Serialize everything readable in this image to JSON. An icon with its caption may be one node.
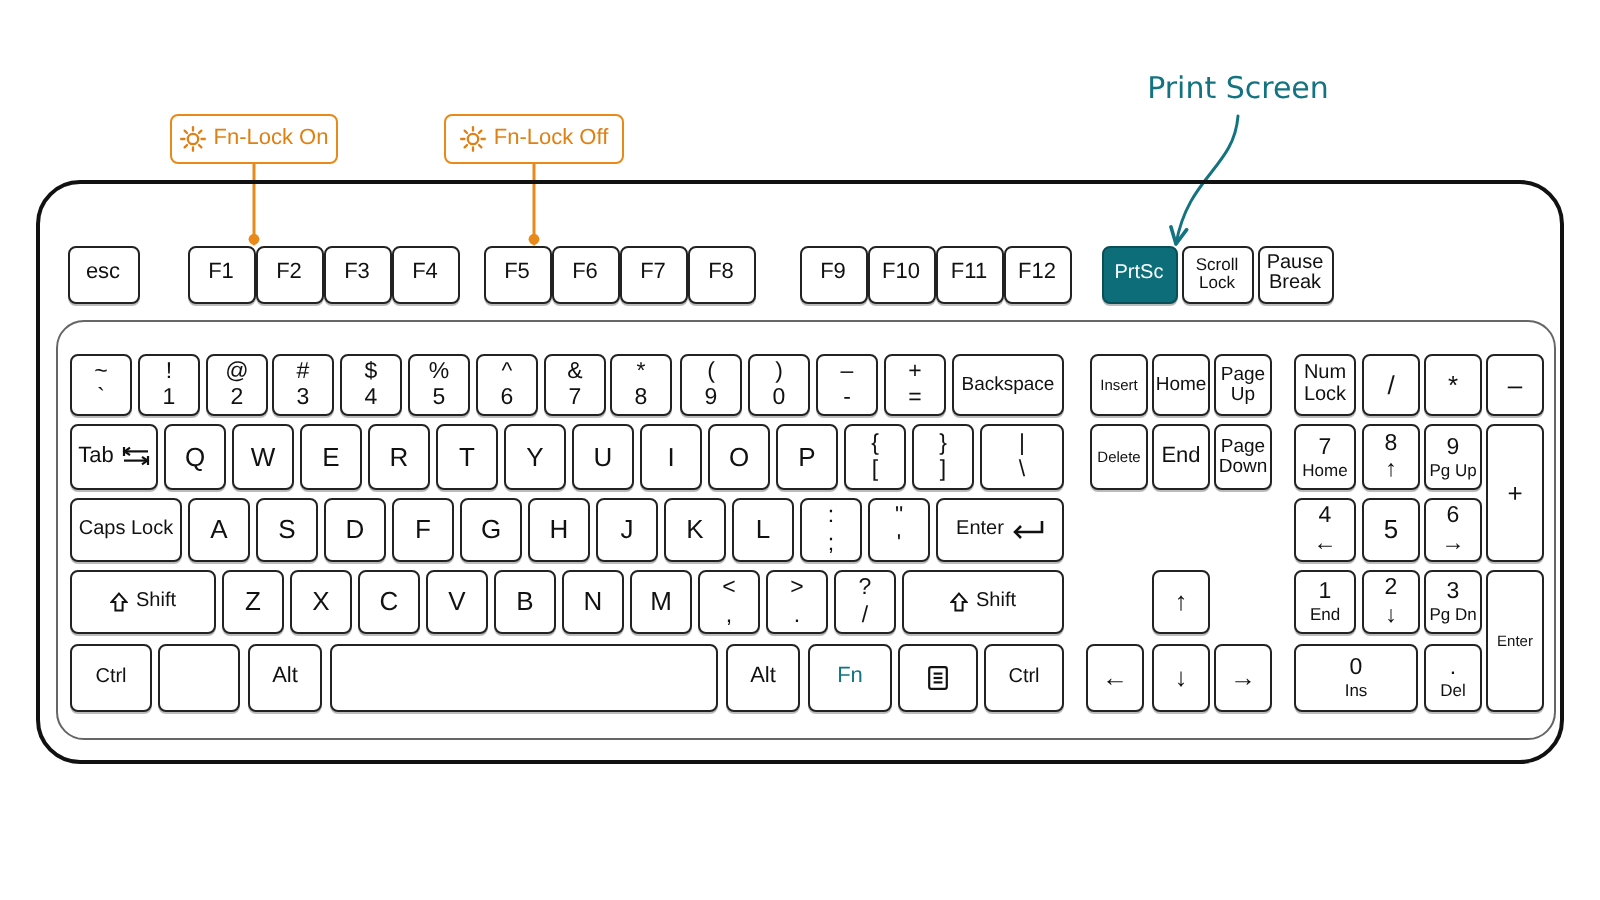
{
  "diagram": {
    "nodes": [
      {
        "text": [
          "Fn-Lock On"
        ]
      },
      {
        "text": [
          "Fn-Lock Off"
        ]
      },
      {
        "text": [
          "Print Screen"
        ]
      },
      {
        "text": [],
        "shape": "box"
      },
      {
        "text": [
          "esc"
        ],
        "in": 3
      },
      {
        "text": [
          "F1"
        ],
        "in": 3
      },
      {
        "text": [
          "F2"
        ],
        "in": 3
      },
      {
        "text": [
          "F3"
        ],
        "in": 3
      },
      {
        "text": [
          "F4"
        ],
        "in": 3
      },
      {
        "text": [
          "F5"
        ],
        "in": 3
      },
      {
        "text": [
          "F6"
        ],
        "in": 3
      },
      {
        "text": [
          "F7"
        ],
        "in": 3
      },
      {
        "text": [
          "F8"
        ],
        "in": 3
      },
      {
        "text": [
          "F9"
        ],
        "in": 3
      },
      {
        "text": [
          "F10"
        ],
        "in": 3
      },
      {
        "text": [
          "F11"
        ],
        "in": 3
      },
      {
        "text": [
          "F12"
        ],
        "in": 3
      },
      {
        "text": [
          "PrtSc"
        ],
        "in": 3
      },
      {
        "text": [
          "Scroll Lock"
        ],
        "in": 3
      },
      {
        "text": [
          "Pause Break"
        ],
        "in": 3
      },
      {
        "text": [],
        "shape": "box",
        "in": 3
      },
      {
        "text": [
          "~",
          "`"
        ],
        "in": 20
      },
      {
        "text": [
          "!",
          "1"
        ],
        "in": 20
      },
      {
        "text": [
          "@",
          "2"
        ],
        "in": 20
      },
      {
        "text": [
          "#",
          "3"
        ],
        "in": 20
      },
      {
        "text": [
          "$",
          "4"
        ],
        "in": 20
      },
      {
        "text": [
          "%",
          "5"
        ],
        "in": 20
      },
      {
        "text": [
          "^",
          "6"
        ],
        "in": 20
      },
      {
        "text": [
          "&",
          "7"
        ],
        "in": 20
      },
      {
        "text": [
          "*",
          "8"
        ],
        "in": 20
      },
      {
        "text": [
          "(",
          "9"
        ],
        "in": 20
      },
      {
        "text": [
          ")",
          "0"
        ],
        "in": 20
      },
      {
        "text": [
          "–",
          "-"
        ],
        "in": 20
      },
      {
        "text": [
          "+",
          "="
        ],
        "in": 20
      },
      {
        "text": [
          "Backspace"
        ],
        "in": 20
      },
      {
        "text": [
          "Insert"
        ],
        "in": 20
      },
      {
        "text": [
          "Home"
        ],
        "in": 20
      },
      {
        "text": [
          "Page Up"
        ],
        "in": 20
      },
      {
        "text": [
          "Num Lock"
        ],
        "in": 20
      },
      {
        "text": [
          "/"
        ],
        "in": 20
      },
      {
        "text": [
          "*"
        ],
        "in": 20
      },
      {
        "text": [
          "–"
        ],
        "in": 20
      },
      {
        "text": [
          "Tab"
        ],
        "in": 20
      },
      {
        "text": [
          "Q"
        ],
        "in": 20
      },
      {
        "text": [
          "W"
        ],
        "in": 20
      },
      {
        "text": [
          "E"
        ],
        "in": 20
      },
      {
        "text": [
          "R"
        ],
        "in": 20
      },
      {
        "text": [
          "T"
        ],
        "in": 20
      },
      {
        "text": [
          "Y"
        ],
        "in": 20
      },
      {
        "text": [
          "U"
        ],
        "in": 20
      },
      {
        "text": [
          "I"
        ],
        "in": 20
      },
      {
        "text": [
          "O"
        ],
        "in": 20
      },
      {
        "text": [
          "P"
        ],
        "in": 20
      },
      {
        "text": [
          "{",
          "["
        ],
        "in": 20
      },
      {
        "text": [
          "}",
          "]"
        ],
        "in": 20
      },
      {
        "text": [
          "|",
          "\\"
        ],
        "in": 20
      },
      {
        "text": [
          "Delete"
        ],
        "in": 20
      },
      {
        "text": [
          "End"
        ],
        "in": 20
      },
      {
        "text": [
          "Page Down"
        ],
        "in": 20
      },
      {
        "text": [
          "7",
          "Home"
        ],
        "in": 20
      },
      {
        "text": [
          "8",
          "↑"
        ],
        "in": 20
      },
      {
        "text": [
          "9",
          "Pg Up"
        ],
        "in": 20
      },
      {
        "text": [
          "+"
        ],
        "in": 20
      },
      {
        "text": [
          "Caps Lock"
        ],
        "in": 20
      },
      {
        "text": [
          "A"
        ],
        "in": 20
      },
      {
        "text": [
          "S"
        ],
        "in": 20
      },
      {
        "text": [
          "D"
        ],
        "in": 20
      },
      {
        "text": [
          "F"
        ],
        "in": 20
      },
      {
        "text": [
          "G"
        ],
        "in": 20
      },
      {
        "text": [
          "H"
        ],
        "in": 20
      },
      {
        "text": [
          "J"
        ],
        "in": 20
      },
      {
        "text": [
          "K"
        ],
        "in": 20
      },
      {
        "text": [
          "L"
        ],
        "in": 20
      },
      {
        "text": [
          ":",
          ";"
        ],
        "in": 20
      },
      {
        "text": [
          "\"",
          "'"
        ],
        "in": 20
      },
      {
        "text": [
          "Enter"
        ],
        "in": 20
      },
      {
        "text": [
          "4",
          "←"
        ],
        "in": 20
      },
      {
        "text": [
          "5"
        ],
        "in": 20
      },
      {
        "text": [
          "6",
          "→"
        ],
        "in": 20
      },
      {
        "text": [
          "Shift"
        ],
        "in": 20
      },
      {
        "text": [
          "Z"
        ],
        "in": 20
      },
      {
        "text": [
          "X"
        ],
        "in": 20
      },
      {
        "text": [
          "C"
        ],
        "in": 20
      },
      {
        "text": [
          "V"
        ],
        "in": 20
      },
      {
        "text": [
          "B"
        ],
        "in": 20
      },
      {
        "text": [
          "N"
        ],
        "in": 20
      },
      {
        "text": [
          "M"
        ],
        "in": 20
      },
      {
        "text": [
          "<",
          ","
        ],
        "in": 20
      },
      {
        "text": [
          ">",
          "."
        ],
        "in": 20
      },
      {
        "text": [
          "?",
          "/"
        ],
        "in": 20
      },
      {
        "text": [
          "Shift"
        ],
        "in": 20
      },
      {
        "text": [
          "↑"
        ],
        "in": 20
      },
      {
        "text": [
          "1",
          "End"
        ],
        "in": 20
      },
      {
        "text": [
          "2",
          "↓"
        ],
        "in": 20
      },
      {
        "text": [
          "3",
          "Pg Dn"
        ],
        "in": 20
      },
      {
        "text": [
          "Enter"
        ],
        "in": 20
      },
      {
        "text": [
          "Ctrl"
        ],
        "in": 20
      },
      {
        "text": [],
        "shape": "box",
        "in": 20
      },
      {
        "text": [
          "Alt"
        ],
        "in": 20
      },
      {
        "text": [],
        "shape": "box",
        "in": 20
      },
      {
        "text": [
          "Alt"
        ],
        "in": 20
      },
      {
        "text": [
          "Fn"
        ],
        "in": 20
      },
      {
        "text": [],
        "shape": "box",
        "in": 20
      },
      {
        "text": [
          "Ctrl"
        ],
        "in": 20
      },
      {
        "text": [
          "←"
        ],
        "in": 20
      },
      {
        "text": [
          "↓"
        ],
        "in": 20
      },
      {
        "text": [
          "→"
        ],
        "in": 20
      },
      {
        "text": [
          "0",
          "Ins"
        ],
        "in": 20
      },
      {
        "text": [
          ".",
          "Del"
        ],
        "in": 20
      }
    ],
    "edges": [
      {
        "from": 0,
        "to": 5,
        "arrow": "other"
      },
      {
        "from": 1,
        "to": 9,
        "arrow": "other"
      },
      {
        "from": 2,
        "to": 17,
        "arrow": "to",
        "color": "#137380"
      }
    ]
  }
}
